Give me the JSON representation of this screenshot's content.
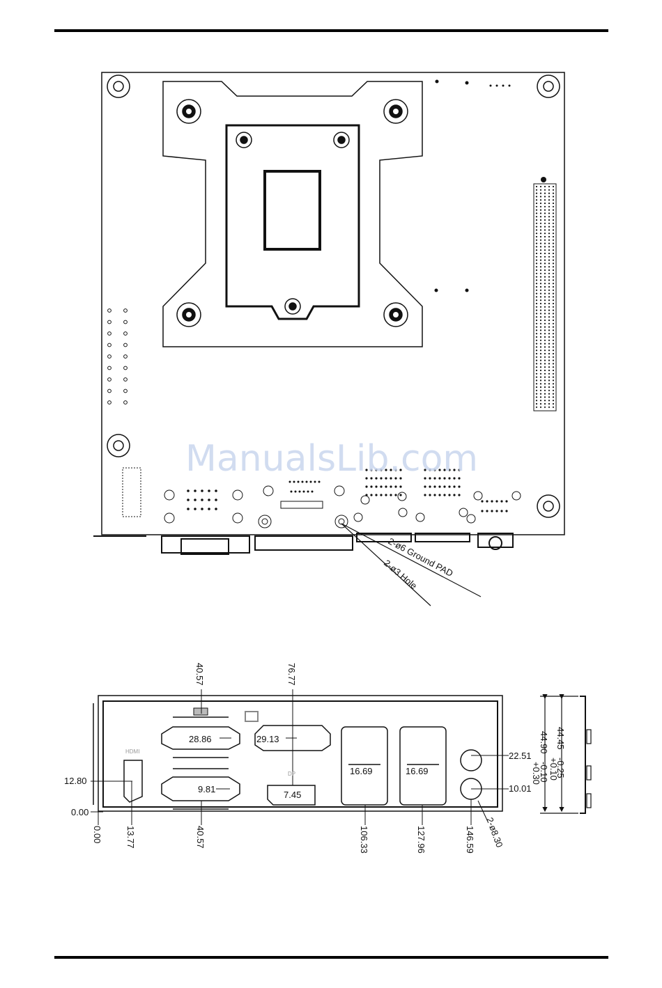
{
  "watermark": "ManualsLib.com",
  "board": {
    "callouts": {
      "ground_pad": "2-ø6  Ground  PAD",
      "hole": "2-ø3  Hole"
    }
  },
  "io_shield": {
    "port_labels": {
      "hdmi": "HDMI",
      "dp": "DP"
    },
    "dimensions": {
      "top_40_57": "40.57",
      "top_76_77": "76.77",
      "vga_upper": "28.86",
      "dvi": "29.13",
      "vga_lower": "9.81",
      "dp_inner": "7.45",
      "usb_left": "16.69",
      "usb_right": "16.69",
      "audio_upper": "22.51",
      "audio_lower": "10.01",
      "left_12_80": "12.80",
      "left_0_00": "0.00",
      "bottom_0_00": "0.00",
      "bottom_13_77": "13.77",
      "bottom_40_57": "40.57",
      "bottom_106_33": "106.33",
      "bottom_127_96": "127.96",
      "bottom_146_59": "146.59",
      "bottom_diameter": "2-ø8.30",
      "side_44_90": "44.90",
      "side_44_90_tol_plus": "+0.30",
      "side_44_90_tol_minus": "-0.10",
      "side_44_45": "44.45",
      "side_44_45_tol_plus": "+0.10",
      "side_44_45_tol_minus": "-0.25"
    }
  }
}
